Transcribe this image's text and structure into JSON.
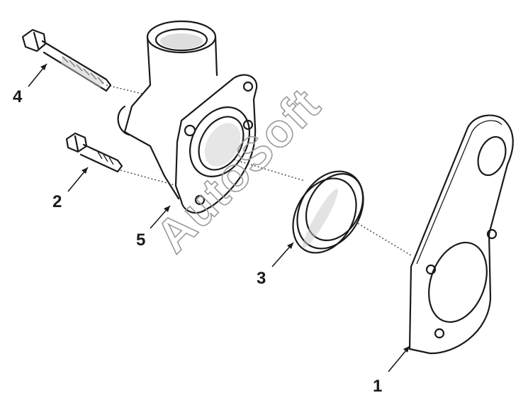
{
  "watermark": "AutoSoft",
  "callouts": [
    {
      "id": "callout-1",
      "label": "1"
    },
    {
      "id": "callout-2",
      "label": "2"
    },
    {
      "id": "callout-3",
      "label": "3"
    },
    {
      "id": "callout-4",
      "label": "4"
    },
    {
      "id": "callout-5",
      "label": "5"
    }
  ]
}
